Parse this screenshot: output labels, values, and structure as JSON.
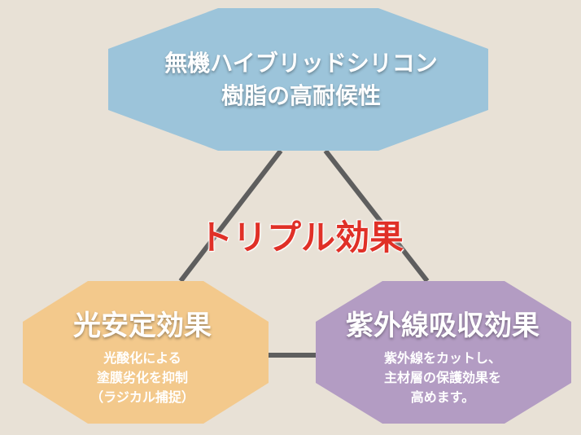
{
  "top_node": {
    "title_line1": "無機ハイブリッドシリコン",
    "title_line2": "樹脂の高耐候性"
  },
  "center_label": "トリプル効果",
  "left_node": {
    "title": "光安定効果",
    "desc_line1": "光酸化による",
    "desc_line2": "塗膜劣化を抑制",
    "desc_line3": "（ラジカル捕捉）"
  },
  "right_node": {
    "title": "紫外線吸収効果",
    "desc_line1": "紫外線をカットし、",
    "desc_line2": "主材層の保護効果を",
    "desc_line3": "高めます。"
  },
  "colors": {
    "background": "#e8e1d6",
    "top_node": "#9cc4da",
    "left_node": "#f3c98c",
    "right_node": "#b39cc3",
    "connector": "#5e5e5e",
    "center_text": "#e03027"
  }
}
